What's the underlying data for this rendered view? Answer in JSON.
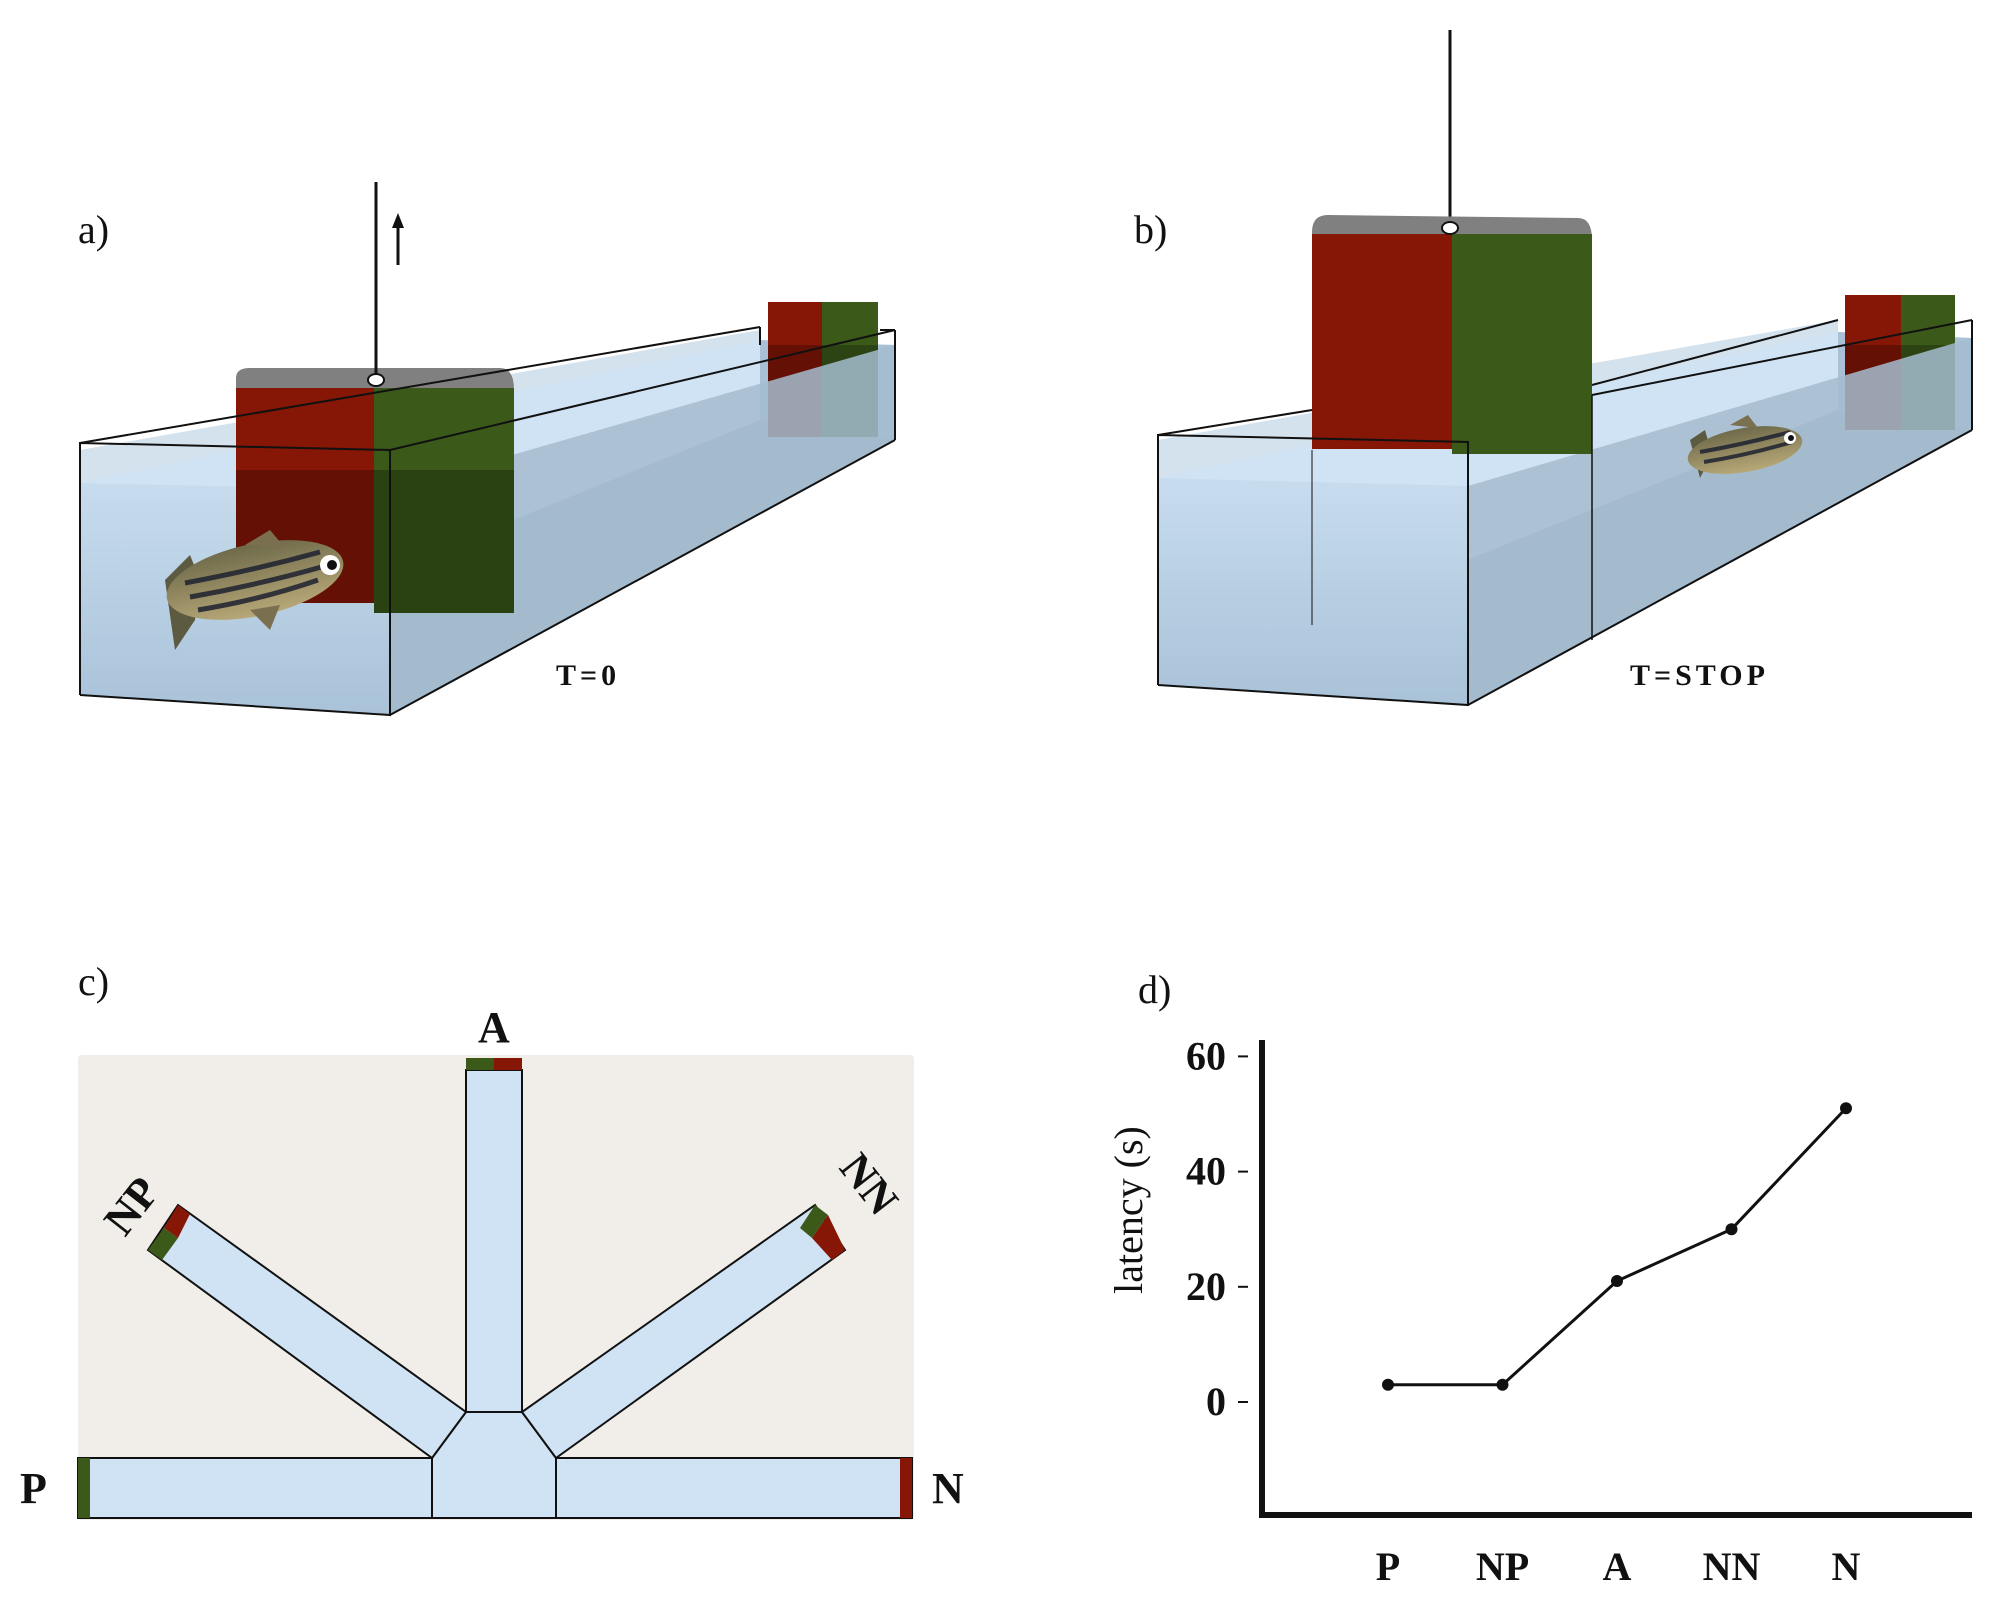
{
  "panels": {
    "a": {
      "label": "a)",
      "time_label": "T=0"
    },
    "b": {
      "label": "b)",
      "time_label": "T=STOP"
    },
    "c": {
      "label": "c)",
      "arms": {
        "P": "P",
        "NP": "NP",
        "A": "A",
        "NN": "NN",
        "N": "N"
      }
    },
    "d": {
      "label": "d)"
    }
  },
  "colors": {
    "red": "#861606",
    "green": "#3b5a1a",
    "water": "#cfe3f5",
    "tank_background": "#f1eeea",
    "outline": "#111111"
  },
  "chart_data": {
    "type": "line",
    "categories": [
      "P",
      "NP",
      "A",
      "NN",
      "N"
    ],
    "series": [
      {
        "values": [
          3,
          3,
          21,
          30,
          51
        ]
      }
    ],
    "ylabel": "latency (s)",
    "xlabel": "",
    "yticks": [
      0,
      20,
      40,
      60
    ],
    "ylim": [
      -20,
      62
    ],
    "grid": false
  }
}
